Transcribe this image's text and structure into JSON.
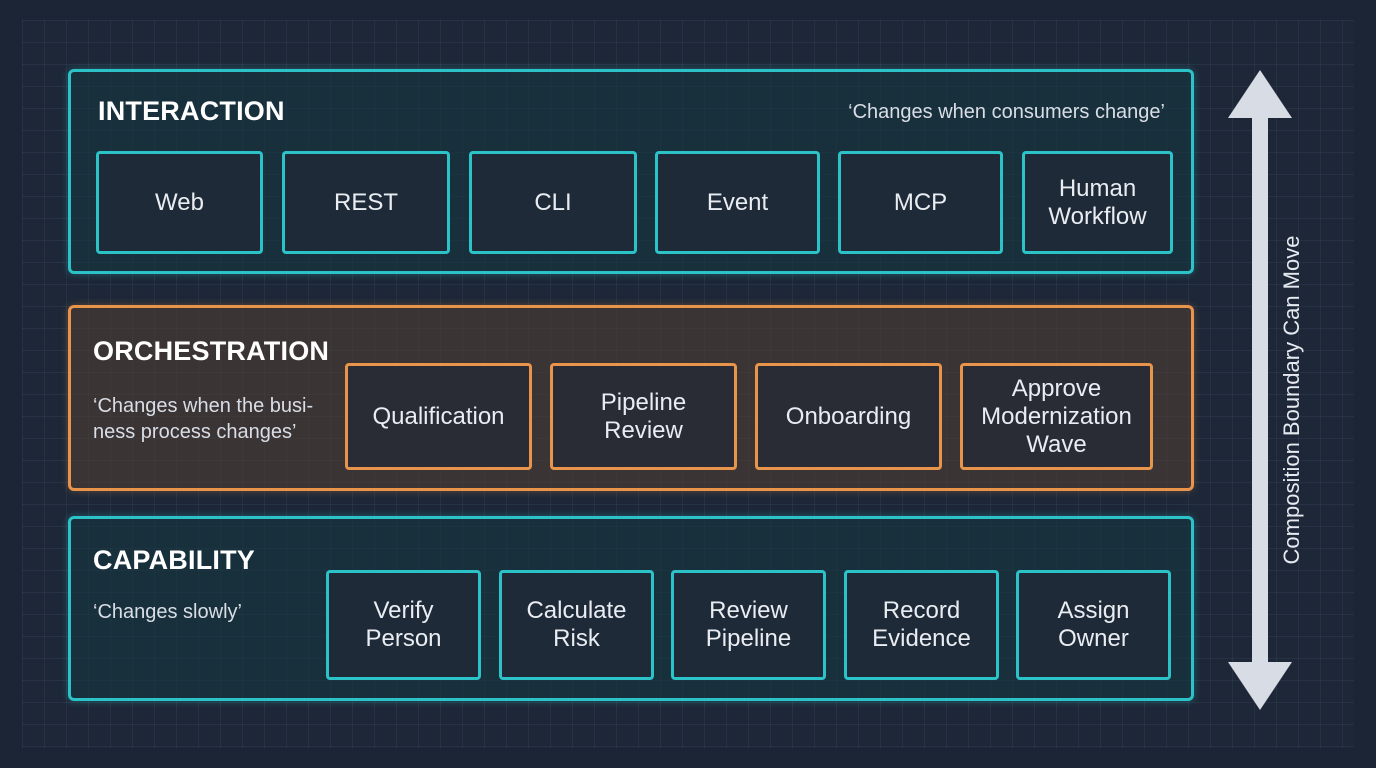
{
  "interaction": {
    "title": "INTERACTION",
    "note": "‘Changes when consumers change’",
    "items": [
      "Web",
      "REST",
      "CLI",
      "Event",
      "MCP",
      "Human\nWorkflow"
    ]
  },
  "orchestration": {
    "title": "ORCHESTRATION",
    "note": "‘Changes when the busi-\nness process changes’",
    "items": [
      "Qualification",
      "Pipeline\nReview",
      "Onboarding",
      "Approve\nModernization\nWave"
    ]
  },
  "capability": {
    "title": "CAPABILITY",
    "note": "‘Changes slowly’",
    "items": [
      "Verify\nPerson",
      "Calculate\nRisk",
      "Review\nPipeline",
      "Record\nEvidence",
      "Assign\nOwner"
    ]
  },
  "axis": {
    "label": "Composition Boundary Can Move"
  },
  "colors": {
    "teal": "#2cc3c8",
    "orange": "#e8944a",
    "background": "#1c2535",
    "arrow": "#d8dde5"
  }
}
